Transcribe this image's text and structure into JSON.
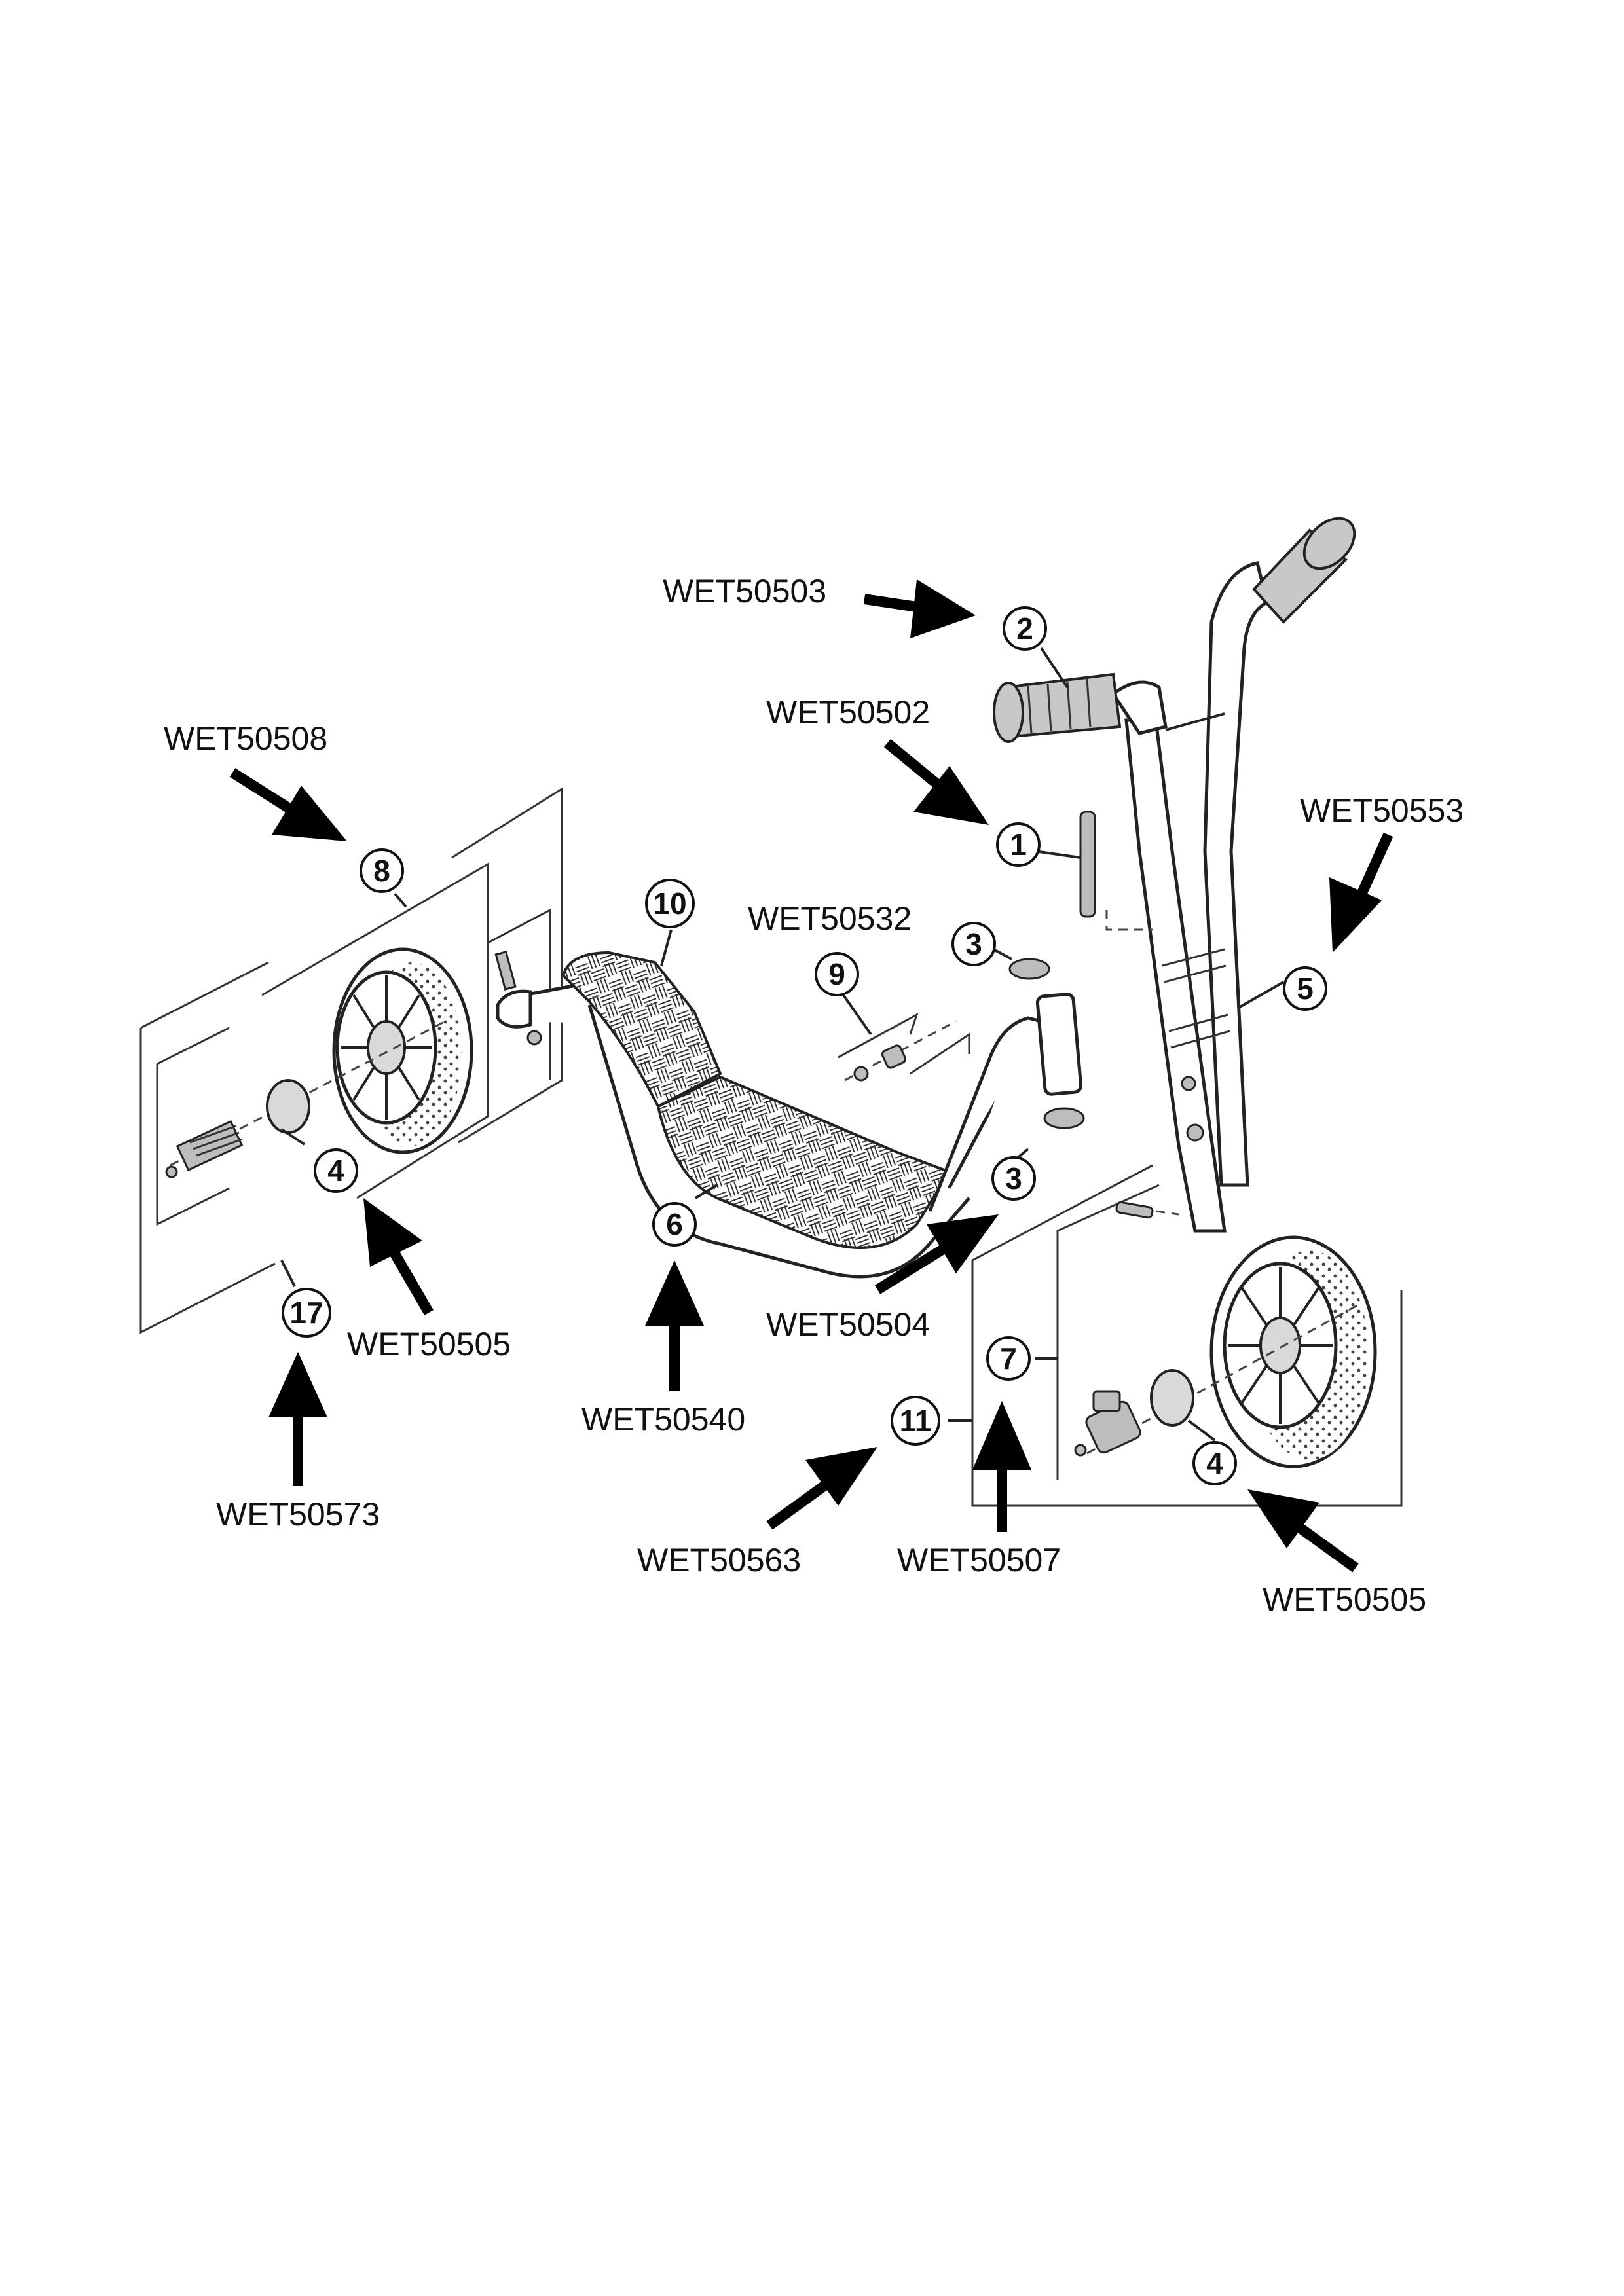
{
  "callouts": {
    "c1": "1",
    "c2": "2",
    "c3a": "3",
    "c3b": "3",
    "c4a": "4",
    "c4b": "4",
    "c5": "5",
    "c6": "6",
    "c7": "7",
    "c8": "8",
    "c9": "9",
    "c10": "10",
    "c11": "11",
    "c17": "17"
  },
  "part_codes": {
    "p503": "WET50503",
    "p502": "WET50502",
    "p508": "WET50508",
    "p553": "WET50553",
    "p532": "WET50532",
    "p504": "WET50504",
    "p505_left": "WET50505",
    "p540": "WET50540",
    "p573": "WET50573",
    "p563": "WET50563",
    "p507": "WET50507",
    "p505_right": "WET50505"
  },
  "colors": {
    "ink": "#111111",
    "paper": "#ffffff",
    "metal_shade": "#bdbdbd"
  }
}
